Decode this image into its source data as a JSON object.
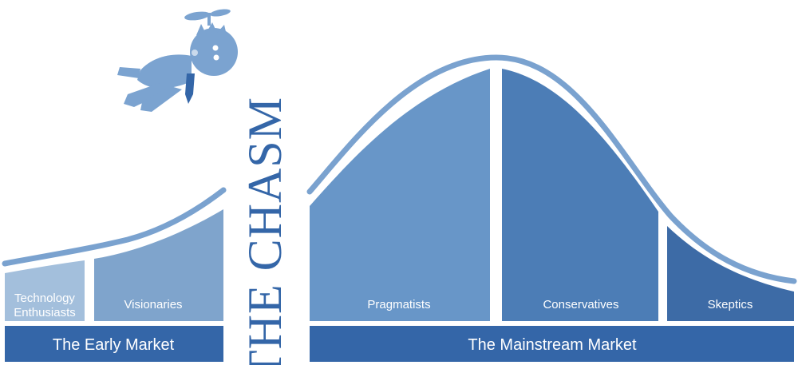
{
  "segments": {
    "technology_enthusiasts": {
      "line1": "Technology",
      "line2": "Enthusiasts",
      "color": "#a3bfdc"
    },
    "visionaries": {
      "label": "Visionaries",
      "color": "#7fa4cc"
    },
    "pragmatists": {
      "label": "Pragmatists",
      "color": "#6896c8"
    },
    "conservatives": {
      "label": "Conservatives",
      "color": "#4c7db6"
    },
    "skeptics": {
      "label": "Skeptics",
      "color": "#3d6ba6"
    }
  },
  "markets": {
    "early": {
      "label": "The Early Market"
    },
    "mainstream": {
      "label": "The Mainstream Market"
    }
  },
  "chasm": {
    "label": "THE CHASM"
  },
  "colors": {
    "curve": "#7aa2cf",
    "market_bar": "#3466a8",
    "chasm_text": "#3466a8",
    "character": "#7ba3d0"
  }
}
